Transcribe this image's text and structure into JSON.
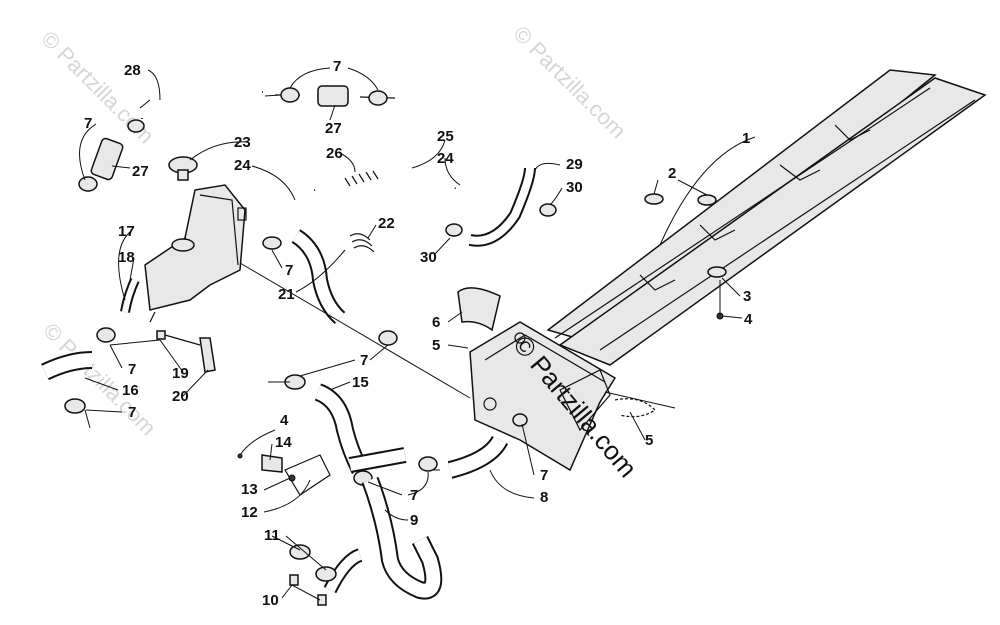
{
  "watermark": "© Partzilla.com",
  "callouts": {
    "c1": "1",
    "c2": "2",
    "c3": "3",
    "c4a": "4",
    "c4b": "4",
    "c5a": "5",
    "c5b": "5",
    "c6": "6",
    "c7a": "7",
    "c7b": "7",
    "c7c": "7",
    "c7d": "7",
    "c7e": "7",
    "c7f": "7",
    "c7g": "7",
    "c7h": "7",
    "c8": "8",
    "c9": "9",
    "c10": "10",
    "c11": "11",
    "c12": "12",
    "c13": "13",
    "c14": "14",
    "c15": "15",
    "c16": "16",
    "c17": "17",
    "c18": "18",
    "c19": "19",
    "c20": "20",
    "c21": "21",
    "c22": "22",
    "c23": "23",
    "c24a": "24",
    "c24b": "24",
    "c25": "25",
    "c26": "26",
    "c27a": "27",
    "c27b": "27",
    "c28": "28",
    "c29": "29",
    "c30a": "30",
    "c30b": "30"
  }
}
